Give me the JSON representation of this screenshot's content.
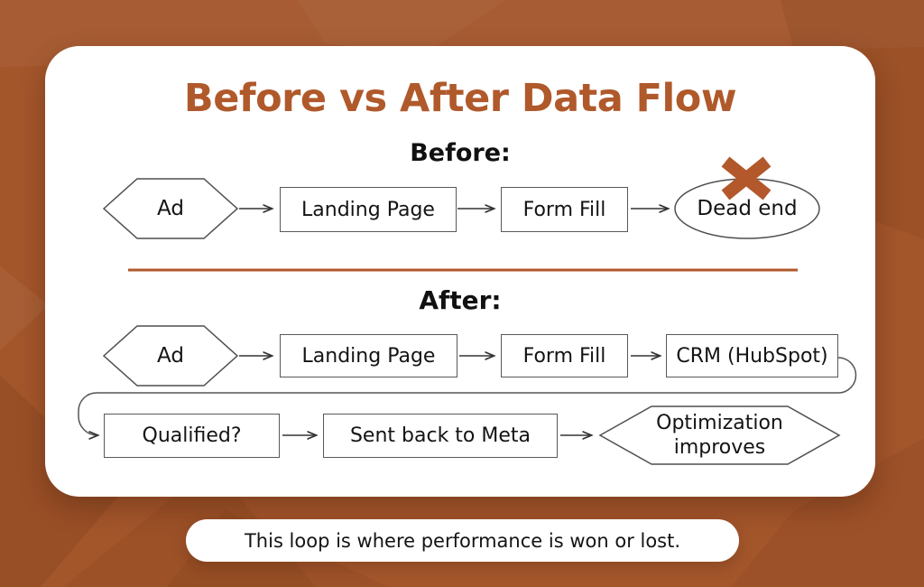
{
  "title": "Before vs After Data Flow",
  "before": {
    "heading": "Before:",
    "ad": "Ad",
    "landing": "Landing Page",
    "form": "Form Fill",
    "dead_end": "Dead end"
  },
  "after": {
    "heading": "After:",
    "ad": "Ad",
    "landing": "Landing Page",
    "form": "Form Fill",
    "crm": "CRM (HubSpot)",
    "qualified": "Qualified?",
    "sent_back": "Sent back to Meta",
    "opt_line1": "Optimization",
    "opt_line2": "improves"
  },
  "footer": {
    "note": "This loop is where performance is won or lost."
  },
  "icons": {
    "dead_end_marker": "x-cross-icon"
  },
  "colors": {
    "accent": "#B0592B",
    "background": "#A4562B",
    "card": "#FFFFFF",
    "shape_stroke": "#4F4F4F",
    "text": "#141414"
  }
}
